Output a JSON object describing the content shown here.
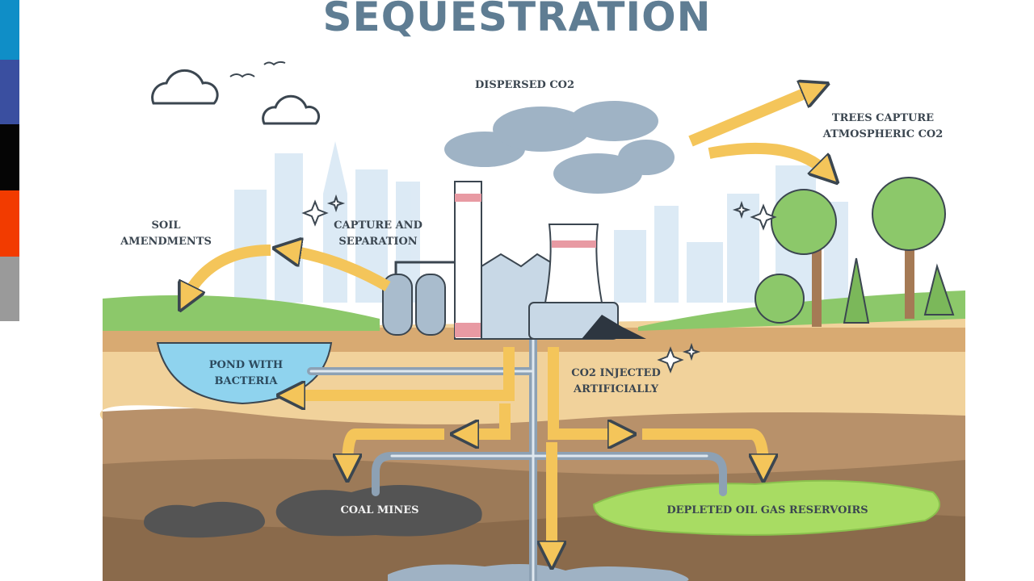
{
  "title": "SEQUESTRATION",
  "side_strip_colors": [
    "#0f8ec7",
    "#3a4fa0",
    "#050505",
    "#f23b00",
    "#9a9a9a"
  ],
  "labels": {
    "dispersed_co2": "DISPERSED CO2",
    "trees_capture_1": "TREES CAPTURE",
    "trees_capture_2": "ATMOSPHERIC CO2",
    "soil_amendments_1": "SOIL",
    "soil_amendments_2": "AMENDMENTS",
    "capture_separation_1": "CAPTURE AND",
    "capture_separation_2": "SEPARATION",
    "pond_1": "POND WITH",
    "pond_2": "BACTERIA",
    "co2_injected_1": "CO2 INJECTED",
    "co2_injected_2": "ARTIFICIALLY",
    "coal_mines": "COAL MINES",
    "depleted_reservoirs": "DEPLETED OIL GAS RESERVOIRS"
  },
  "colors": {
    "arrow": "#f4c55a",
    "pipe": "#9fb2c4",
    "smoke": "#8fa6bb",
    "grass": "#8cc86a",
    "soil_top": "#f1d29b",
    "soil_mid": "#b8916a",
    "soil_deep": "#8a6a4b",
    "reservoir": "#a8dc63",
    "coal": "#545454",
    "water": "#8fd3ee"
  }
}
